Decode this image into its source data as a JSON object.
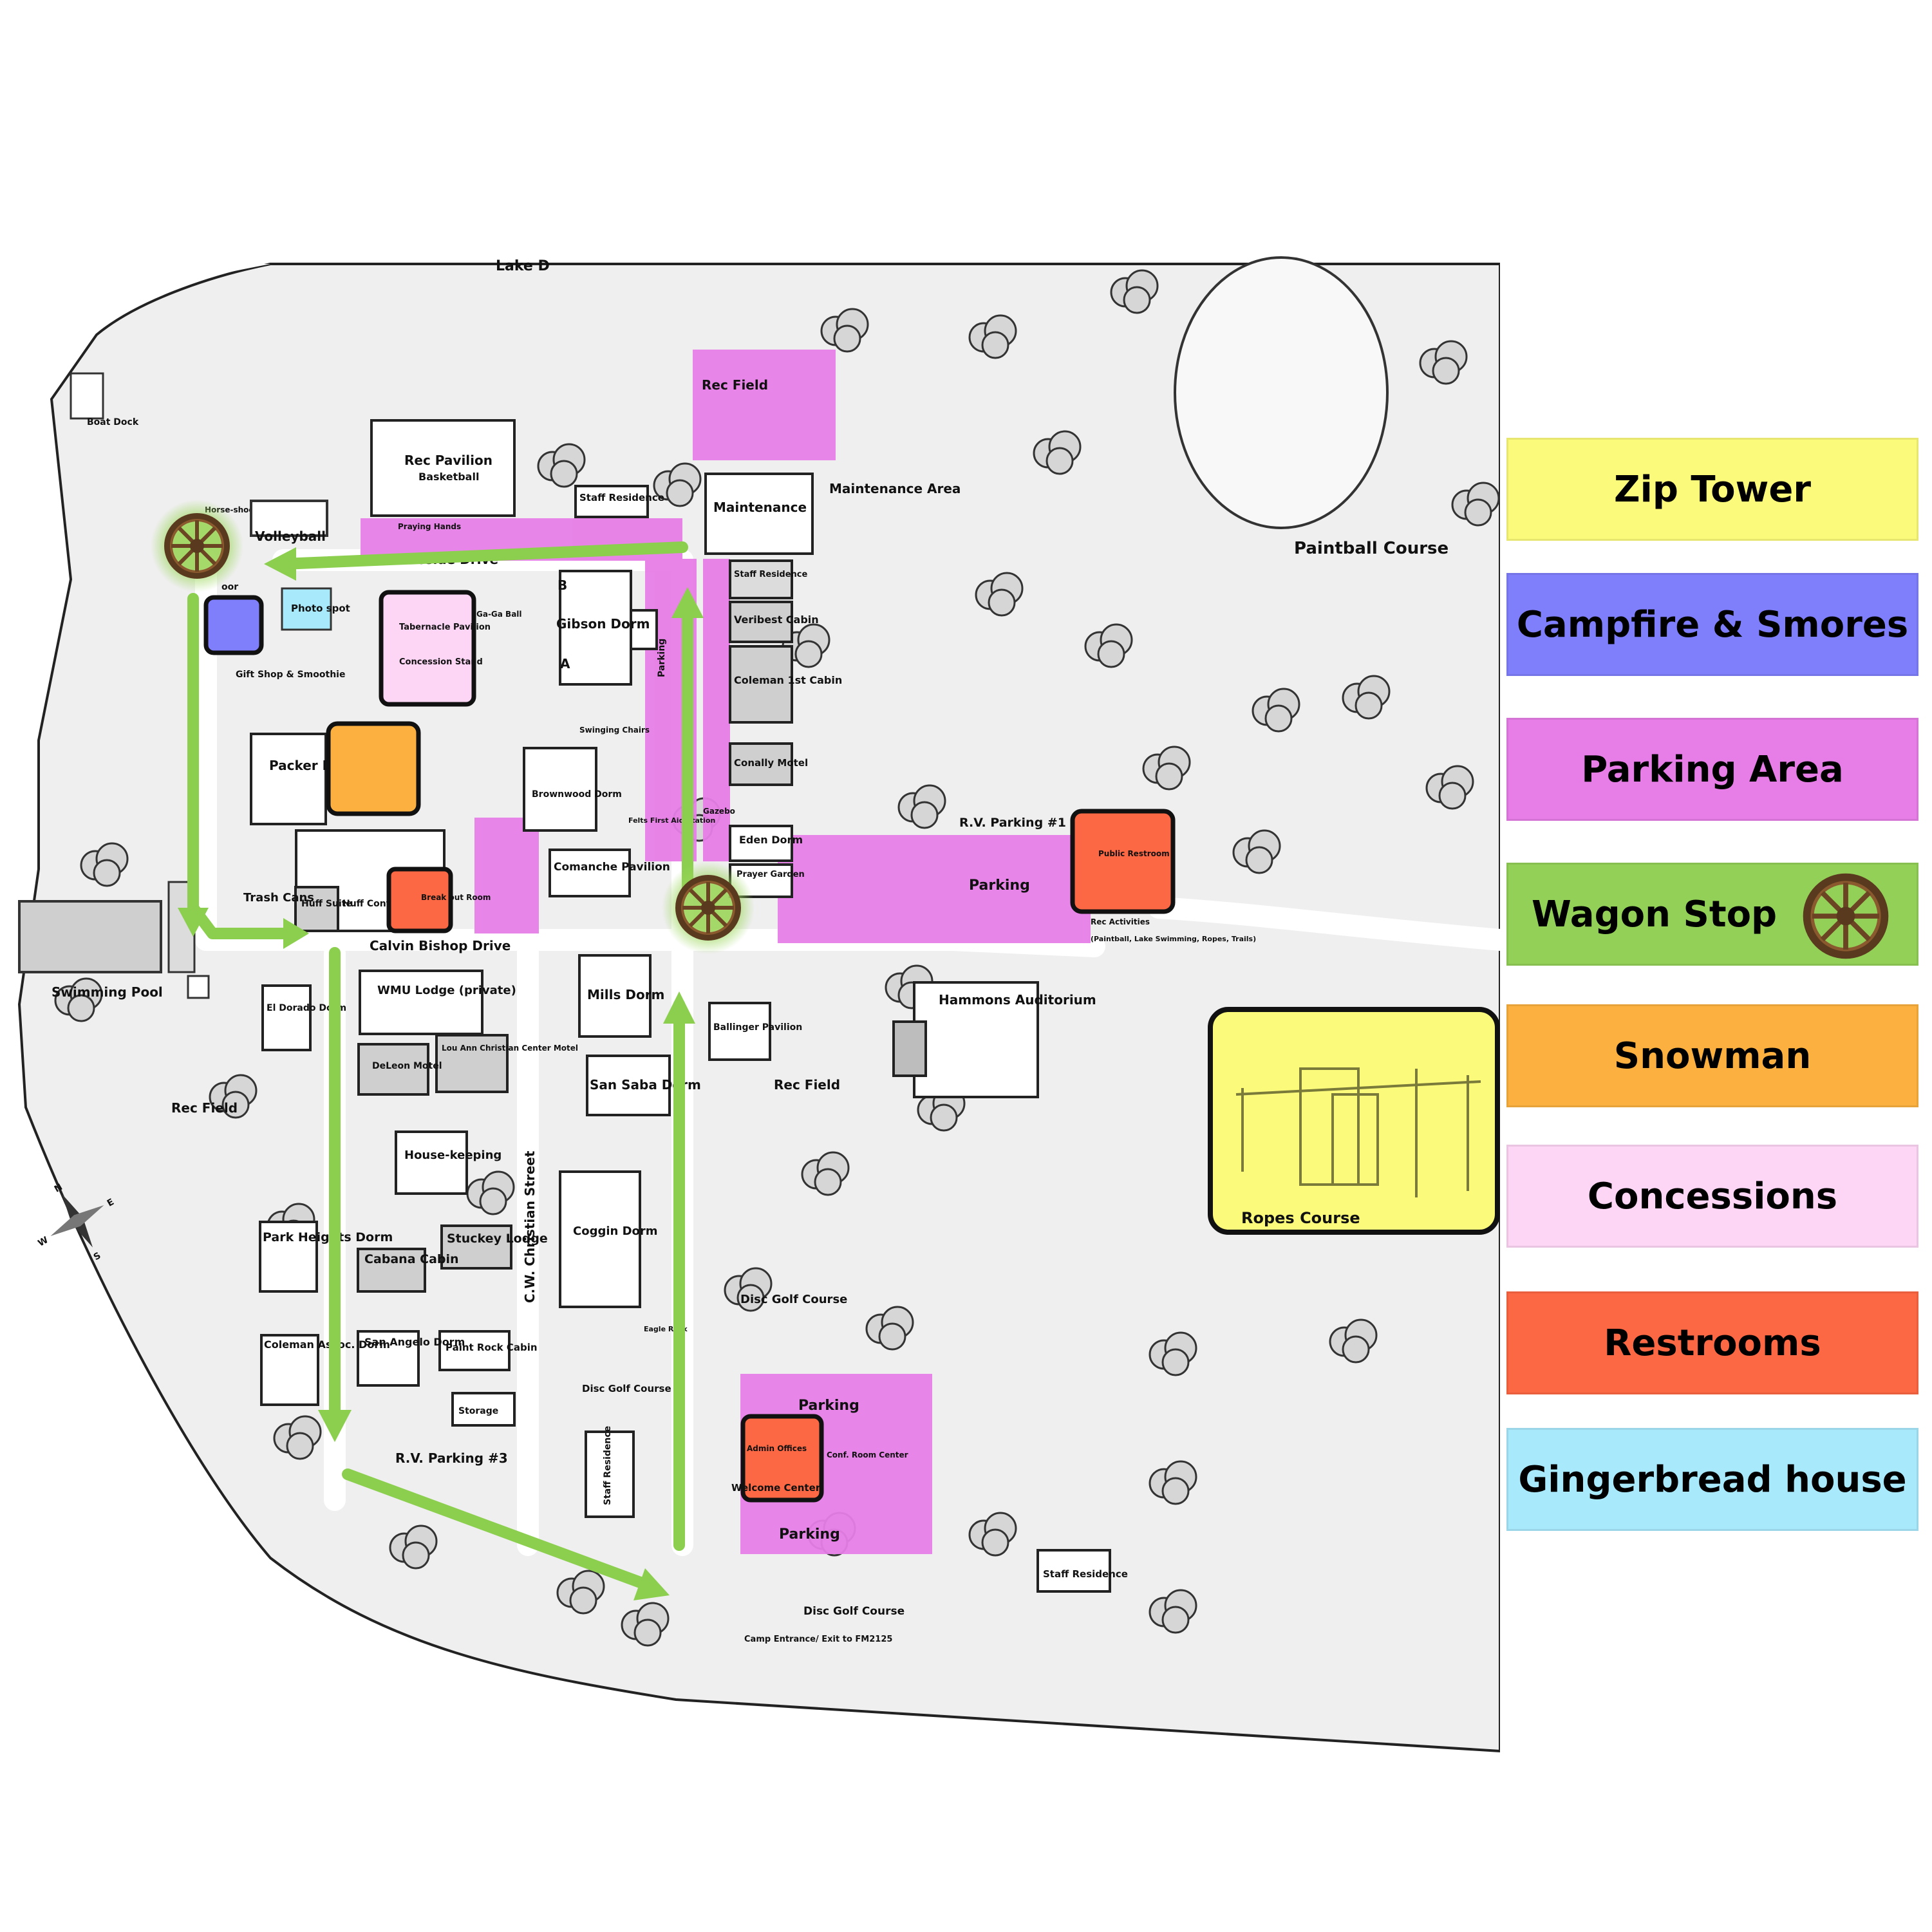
{
  "map": {
    "road_top": "Lake D",
    "boat_dock": "Boat Dock",
    "rec_pavilion": "Rec Pavilion",
    "basketball": "Basketball",
    "staff_residence_top": "Staff Residence",
    "rec_field_top": "Rec Field",
    "maintenance": "Maintenance",
    "maintenance_area": "Maintenance Area",
    "paintball_course": "Paintball Course",
    "praying_hands": "Praying Hands",
    "horseshoes": "Horse-shoes",
    "volleyball": "Volleyball",
    "lakeside_drive": "Lakeside Drive",
    "gaga_ball": "Ga-Ga Ball",
    "outdoor": "oor",
    "photo_spot": "Photo spot",
    "tabernacle_pavilion": "Tabernacle Pavilion",
    "concession_stand": "Concession Stand",
    "gibson_dorm": "Gibson Dorm",
    "gibson_b": "B",
    "gibson_a": "A",
    "staff_residence_2": "Staff Residence",
    "veribest_cabin": "Veribest Cabin",
    "coleman_1st_cabin": "Coleman 1st Cabin",
    "conally_motel": "Conally Motel",
    "gazebo": "Gazebo",
    "eden_dorm": "Eden Dorm",
    "prayer_garden": "Prayer Garden",
    "gift_shop": "Gift Shop & Smoothie",
    "packer_dining_hall": "Packer Dining Hall",
    "brownwood_dorm": "Brownwood Dorm",
    "swinging_chairs": "Swinging Chairs",
    "felts_first_aid": "Felts First Aid Station",
    "comanche_pavilion": "Comanche Pavilion",
    "parking_vertical": "Parking",
    "rv_parking_1": "R.V. Parking #1",
    "parking_main": "Parking",
    "public_restroom": "Public Restroom",
    "rec_activities": "Rec Activities",
    "rec_activities_detail": "(Paintball, Lake Swimming, Ropes, Trails)",
    "huff_suite": "Huff Suite",
    "huff_conference": "Huff Conference",
    "breakout_room": "Break out Room",
    "trash_cans": "Trash Cans",
    "calvin_drive": "Calvin Bishop Drive",
    "swimming_pool": "Swimming Pool",
    "el_dorado_dorm": "El Dorado Dorm",
    "wmu_lodge": "WMU Lodge (private)",
    "deleon_motel": "DeLeon Motel",
    "lou_ann_motel": "Lou Ann Christian Center Motel",
    "mills_dorm": "Mills Dorm",
    "san_saba_dorm": "San Saba Dorm",
    "ballinger_pavilion": "Ballinger Pavilion",
    "hammons_auditorium": "Hammons Auditorium",
    "rec_field_mid": "Rec Field",
    "rec_field_left": "Rec Field",
    "housekeeping": "House-keeping",
    "cw_christian_street": "C.W. Christian Street",
    "coggin_dorm": "Coggin Dorm",
    "park_heights_dorm": "Park Heights Dorm",
    "cabana_cabin": "Cabana Cabin",
    "stuckey_lodge": "Stuckey Lodge",
    "disc_golf_1": "Disc Golf Course",
    "eagle_rock": "Eagle Rock",
    "coleman_assoc_dorm": "Coleman Assoc. Dorm",
    "san_angelo_dorm": "San Angelo Dorm",
    "paint_rock_cabin": "Paint Rock Cabin",
    "storage": "Storage",
    "disc_golf_2": "Disc Golf Course",
    "staff_residence_3": "Staff Residence",
    "rv_parking_3": "R.V. Parking #3",
    "parking_welcome_top": "Parking",
    "parking_welcome_bottom": "Parking",
    "admin_offices": "Admin Offices",
    "conf_room": "Conf. Room Center",
    "welcome_center": "Welcome Center",
    "staff_residence_4": "Staff Residence",
    "disc_golf_3": "Disc Golf Course",
    "camp_entrance": "Camp Entrance/ Exit to FM2125",
    "ropes_course": "Ropes Course",
    "compass_n": "N",
    "compass_s": "S",
    "compass_e": "E",
    "compass_w": "W"
  },
  "legend": [
    {
      "label": "Zip Tower",
      "color": "#fbfa7a"
    },
    {
      "label": "Campfire & Smores",
      "color": "#7f7ffb"
    },
    {
      "label": "Parking Area",
      "color": "#e77ee7"
    },
    {
      "label": "Wagon Stop",
      "color": "#93d058",
      "icon": "wagon-wheel-icon"
    },
    {
      "label": "Snowman",
      "color": "#fbb03f"
    },
    {
      "label": "Concessions",
      "color": "#fdd6f5"
    },
    {
      "label": "Restrooms",
      "color": "#fd6844"
    },
    {
      "label": "Gingerbread house",
      "color": "#a9e9fc"
    }
  ],
  "colors": {
    "zip_tower": "#fbfa7a",
    "campfire": "#7f7ffb",
    "parking": "#e77ee7",
    "wagon_route": "#8ccf4f",
    "snowman": "#fbb03f",
    "concessions": "#fdd6f5",
    "restrooms": "#fd6844",
    "gingerbread": "#a9e9fc"
  }
}
